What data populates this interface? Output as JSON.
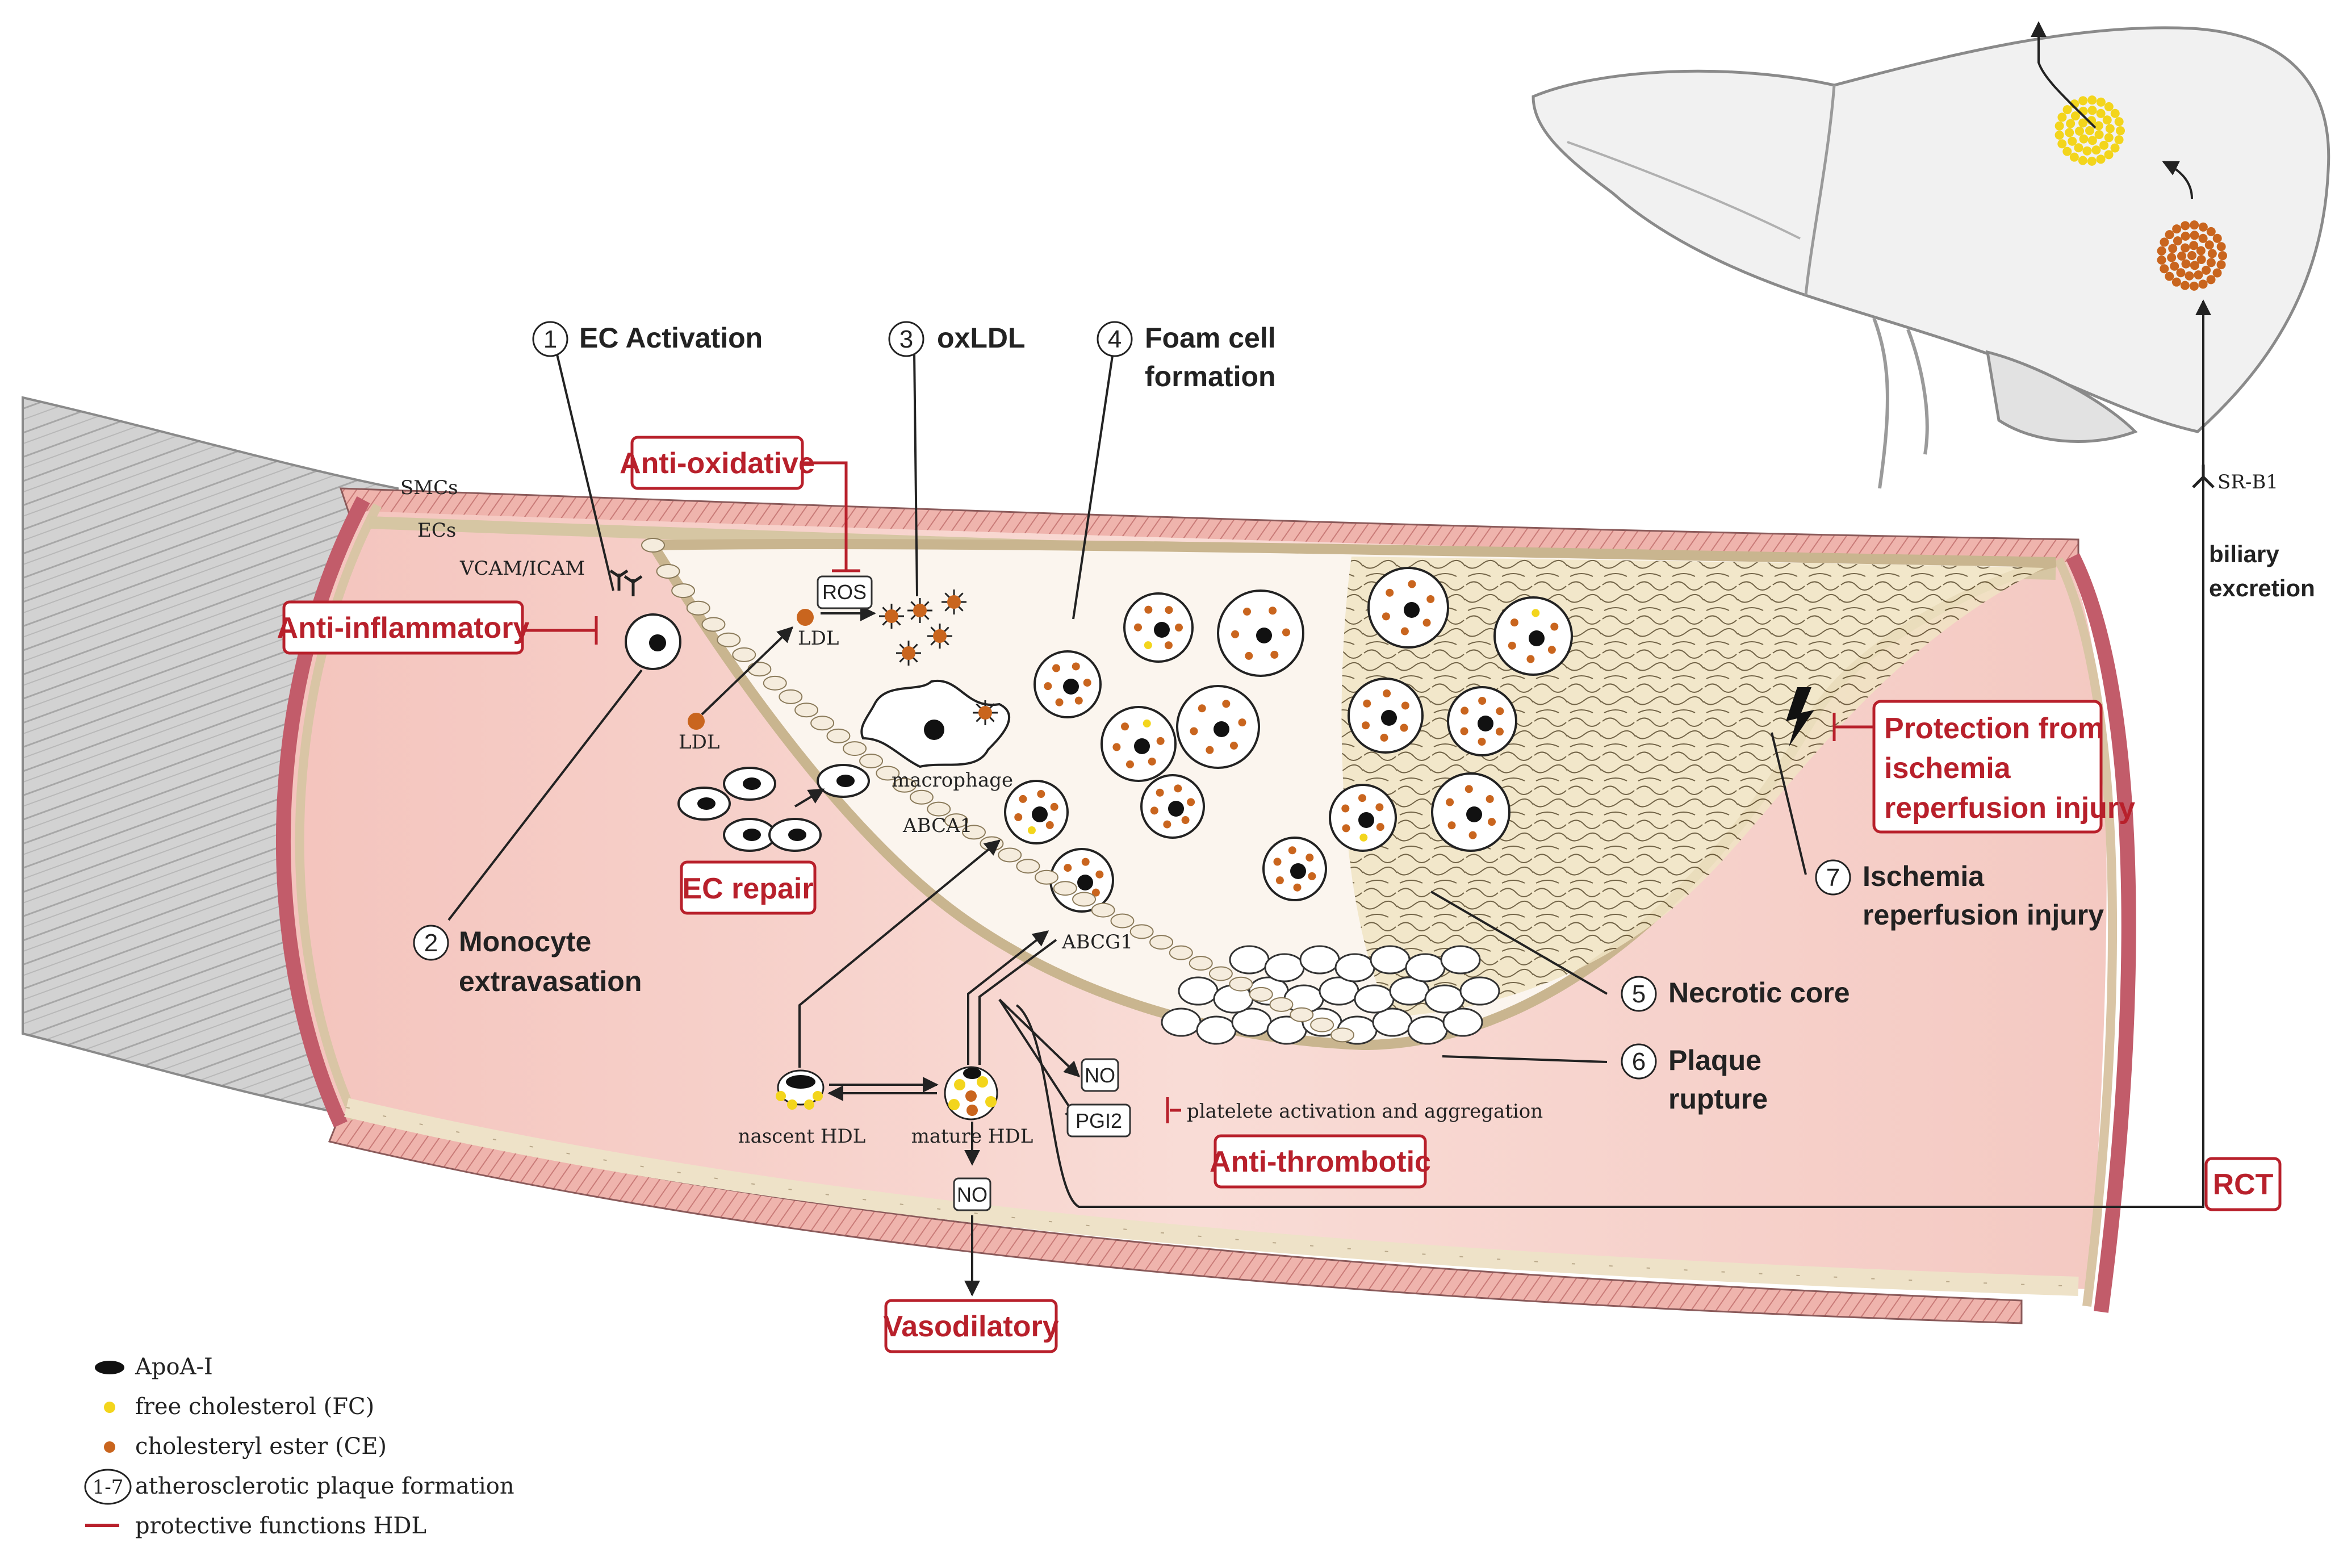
{
  "steps": {
    "s1": {
      "num": "1",
      "line1": "EC Activation"
    },
    "s2": {
      "num": "2",
      "line1": "Monocyte",
      "line2": "extravasation"
    },
    "s3": {
      "num": "3",
      "line1": "oxLDL"
    },
    "s4": {
      "num": "4",
      "line1": "Foam cell",
      "line2": "formation"
    },
    "s5": {
      "num": "5",
      "line1": "Necrotic core"
    },
    "s6": {
      "num": "6",
      "line1": "Plaque",
      "line2": "rupture"
    },
    "s7": {
      "num": "7",
      "line1": "Ischemia",
      "line2": "reperfusion injury"
    }
  },
  "functions": {
    "anti_oxidative": "Anti-oxidative",
    "anti_inflammatory": "Anti-inflammatory",
    "ec_repair": "EC repair",
    "anti_thrombotic": "Anti-thrombotic",
    "vasodilatory": "Vasodilatory",
    "ischemia_l1": "Protection from",
    "ischemia_l2": "ischemia",
    "ischemia_l3": "reperfusion injury",
    "rct": "RCT"
  },
  "labels": {
    "smcs": "SMCs",
    "ecs": "ECs",
    "vcam": "VCAM/ICAM",
    "ldl_a": "LDL",
    "ldl_b": "LDL",
    "ros": "ROS",
    "macrophage": "macrophage",
    "abca1": "ABCA1",
    "abcg1": "ABCG1",
    "nascent_hdl": "nascent HDL",
    "mature_hdl": "mature HDL",
    "no_a": "NO",
    "no_b": "NO",
    "pgi2": "PGI2",
    "platelet": "platelete activation and aggregation",
    "srb1": "SR-B1",
    "biliary_1": "biliary",
    "biliary_2": "excretion"
  },
  "legend": {
    "apoa": "ApoA-I",
    "fc": "free cholesterol (FC)",
    "ce": "cholesteryl ester (CE)",
    "steps_badge": "1-7",
    "steps": "atherosclerotic plaque formation",
    "protective": "protective functions HDL"
  },
  "colors": {
    "red": "#b8202b",
    "ce_orange": "#c9651e",
    "fc_yellow": "#f3d51c",
    "vessel_pink": "#f6d2cc",
    "adventitia": "#c8c8c8"
  }
}
